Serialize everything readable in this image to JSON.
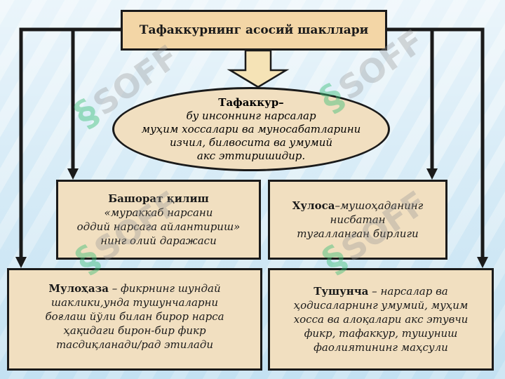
{
  "title": "Тафаккурнинг асосий шакллари",
  "center": {
    "term": "Тафаккур–",
    "definition_lines": [
      "бу инсоннинг нарсалар",
      "муҳим хоссалари ва муносабатларини",
      "изчил, билвосита ва умумий",
      "акс эттиришидир."
    ]
  },
  "left_box": {
    "term": "Башорат қилиш",
    "lines": [
      "«мураккаб нарсани",
      "оддий нарсага айлантириш»",
      "нинг олий даражаси"
    ]
  },
  "right_box": {
    "term": "Хулоса",
    "first_line_rest": "–мушоҳаданинг",
    "lines": [
      "нисбатан",
      "тугалланган бирлиги"
    ]
  },
  "bottom_left": {
    "term": "Мулоҳаза",
    "first_line_rest": " – фикрнинг шундай",
    "lines": [
      "шаклики,унда тушунчаларни",
      "боғлаш йўли билан бирор нарса",
      "ҳақидаги бирон-бир фикр",
      "тасдиқланади/рад этилади"
    ]
  },
  "bottom_right": {
    "term": "Тушунча",
    "first_line_rest": " – нарсалар ва",
    "lines": [
      "ҳодисаларнинг умумий, муҳим",
      "хосса ва алоқалари акс этувчи",
      "фикр, тафаккур, тушуниш",
      "фаолиятининг маҳсули"
    ]
  },
  "watermark": "SOFF",
  "colors": {
    "box_fill": "#f1dfc0",
    "title_fill": "#f3d6a6",
    "arrow": "#1a1a1a",
    "block_arrow_fill": "#f5e3b6"
  }
}
